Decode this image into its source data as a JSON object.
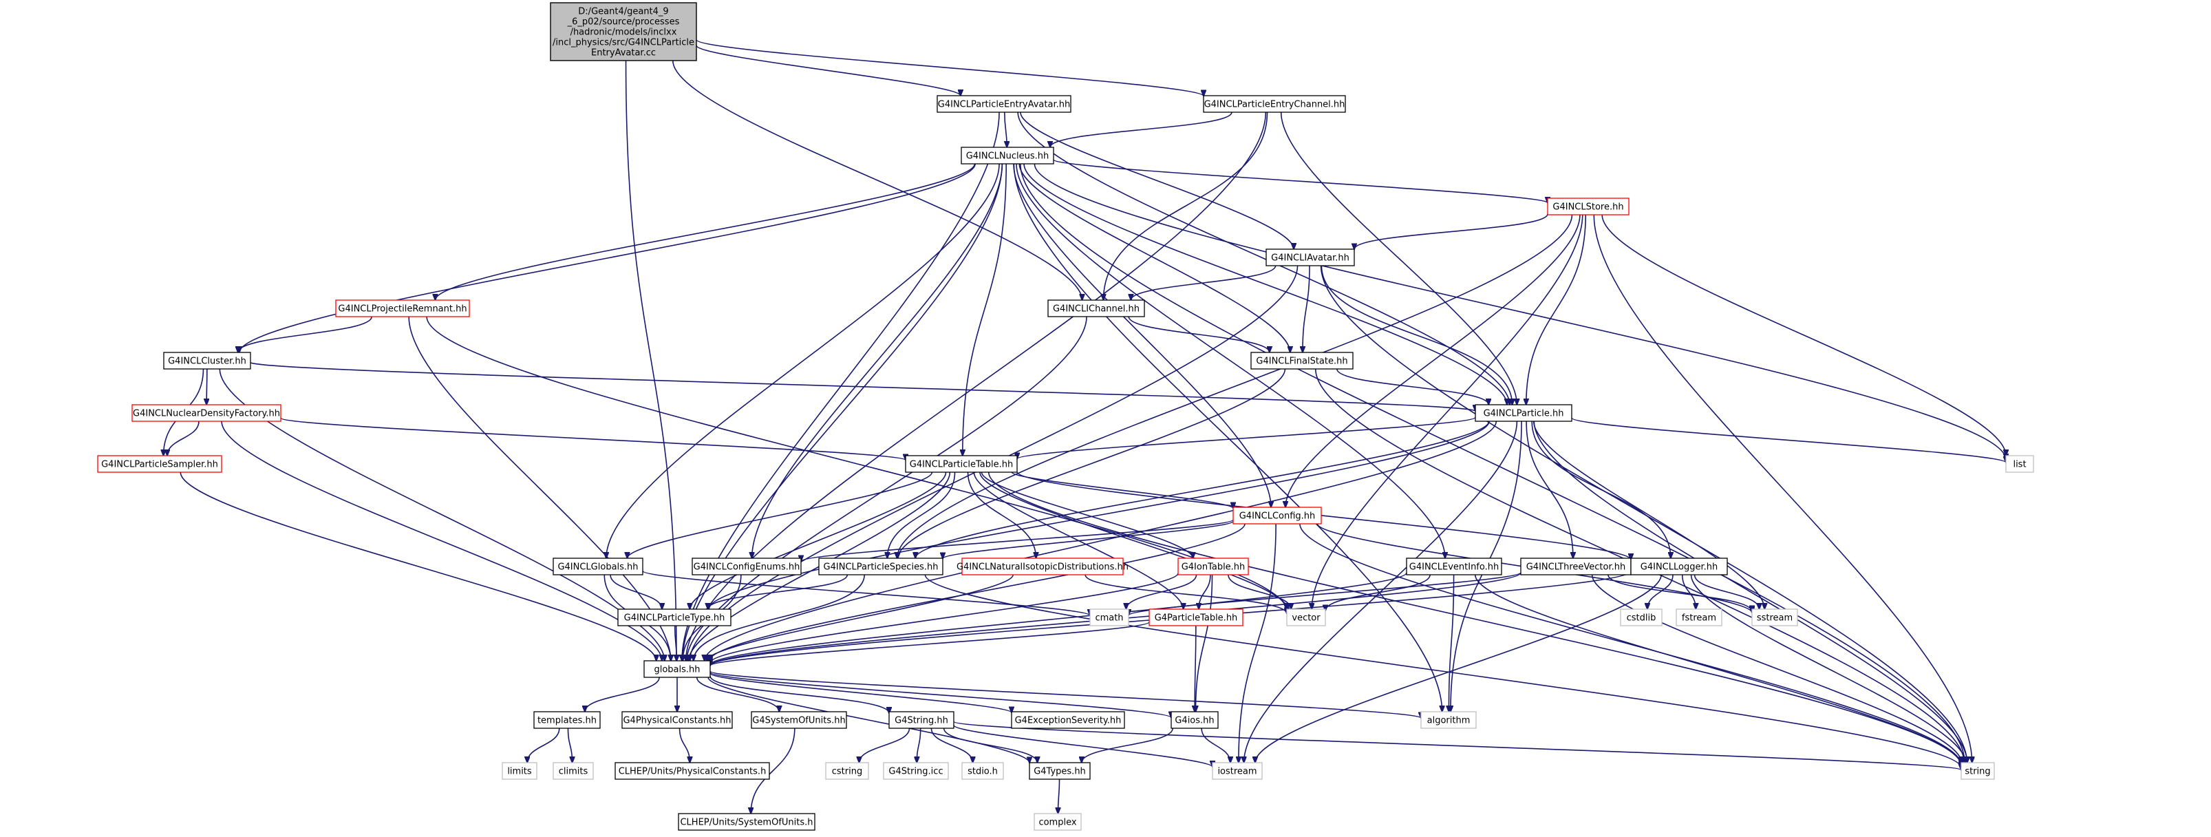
{
  "diagram": {
    "colors": {
      "edge": "#191970",
      "root_fill": "#bfbfbf",
      "node_border": "#000000",
      "incomplete_border": "#ff0000",
      "system_border": "#bfbfbf",
      "text": "#000000"
    },
    "nodes": {
      "root": {
        "label": [
          "D:/Geant4/geant4_9",
          "_6_p02/source/processes",
          "/hadronic/models/inclxx",
          "/incl_physics/src/G4INCLParticle",
          "EntryAvatar.cc"
        ],
        "kind": "root"
      },
      "entryavatar": {
        "label": [
          "G4INCLParticleEntryAvatar.hh"
        ],
        "kind": "normal"
      },
      "entrychannel": {
        "label": [
          "G4INCLParticleEntryChannel.hh"
        ],
        "kind": "normal"
      },
      "nucleus": {
        "label": [
          "G4INCLNucleus.hh"
        ],
        "kind": "normal"
      },
      "store": {
        "label": [
          "G4INCLStore.hh"
        ],
        "kind": "incomplete"
      },
      "iavatar": {
        "label": [
          "G4INCLIAvatar.hh"
        ],
        "kind": "normal"
      },
      "ichannel": {
        "label": [
          "G4INCLIChannel.hh"
        ],
        "kind": "normal"
      },
      "projremnant": {
        "label": [
          "G4INCLProjectileRemnant.hh"
        ],
        "kind": "incomplete"
      },
      "finalstate": {
        "label": [
          "G4INCLFinalState.hh"
        ],
        "kind": "normal"
      },
      "cluster": {
        "label": [
          "G4INCLCluster.hh"
        ],
        "kind": "normal"
      },
      "particle": {
        "label": [
          "G4INCLParticle.hh"
        ],
        "kind": "normal"
      },
      "nucdensity": {
        "label": [
          "G4INCLNuclearDensityFactory.hh"
        ],
        "kind": "incomplete"
      },
      "sampler": {
        "label": [
          "G4INCLParticleSampler.hh"
        ],
        "kind": "incomplete"
      },
      "ptable": {
        "label": [
          "G4INCLParticleTable.hh"
        ],
        "kind": "normal"
      },
      "list": {
        "label": [
          "list"
        ],
        "kind": "system"
      },
      "config": {
        "label": [
          "G4INCLConfig.hh"
        ],
        "kind": "incomplete"
      },
      "inclglobals": {
        "label": [
          "G4INCLGlobals.hh"
        ],
        "kind": "normal"
      },
      "configenums": {
        "label": [
          "G4INCLConfigEnums.hh"
        ],
        "kind": "normal"
      },
      "species": {
        "label": [
          "G4INCLParticleSpecies.hh"
        ],
        "kind": "normal"
      },
      "natiso": {
        "label": [
          "G4INCLNaturalIsotopicDistributions.hh"
        ],
        "kind": "incomplete"
      },
      "iontable": {
        "label": [
          "G4IonTable.hh"
        ],
        "kind": "incomplete"
      },
      "eventinfo": {
        "label": [
          "G4INCLEventInfo.hh"
        ],
        "kind": "normal"
      },
      "threevector": {
        "label": [
          "G4INCLThreeVector.hh"
        ],
        "kind": "normal"
      },
      "logger": {
        "label": [
          "G4INCLLogger.hh"
        ],
        "kind": "normal"
      },
      "ptype": {
        "label": [
          "G4INCLParticleType.hh"
        ],
        "kind": "normal"
      },
      "cmath": {
        "label": [
          "cmath"
        ],
        "kind": "system"
      },
      "g4ptable": {
        "label": [
          "G4ParticleTable.hh"
        ],
        "kind": "incomplete"
      },
      "vector": {
        "label": [
          "vector"
        ],
        "kind": "system"
      },
      "cstdlib": {
        "label": [
          "cstdlib"
        ],
        "kind": "system"
      },
      "fstream": {
        "label": [
          "fstream"
        ],
        "kind": "system"
      },
      "sstream": {
        "label": [
          "sstream"
        ],
        "kind": "system"
      },
      "globals": {
        "label": [
          "globals.hh"
        ],
        "kind": "normal"
      },
      "templates": {
        "label": [
          "templates.hh"
        ],
        "kind": "normal"
      },
      "physconst": {
        "label": [
          "G4PhysicalConstants.hh"
        ],
        "kind": "normal"
      },
      "sysunits": {
        "label": [
          "G4SystemOfUnits.hh"
        ],
        "kind": "normal"
      },
      "g4string": {
        "label": [
          "G4String.hh"
        ],
        "kind": "normal"
      },
      "exception": {
        "label": [
          "G4ExceptionSeverity.hh"
        ],
        "kind": "normal"
      },
      "g4ios": {
        "label": [
          "G4ios.hh"
        ],
        "kind": "normal"
      },
      "algorithm": {
        "label": [
          "algorithm"
        ],
        "kind": "system"
      },
      "limits": {
        "label": [
          "limits"
        ],
        "kind": "system"
      },
      "climits": {
        "label": [
          "climits"
        ],
        "kind": "system"
      },
      "clhep_const": {
        "label": [
          "CLHEP/Units/PhysicalConstants.h"
        ],
        "kind": "normal"
      },
      "clhep_units": {
        "label": [
          "CLHEP/Units/SystemOfUnits.h"
        ],
        "kind": "normal"
      },
      "cstring": {
        "label": [
          "cstring"
        ],
        "kind": "system"
      },
      "g4stringicc": {
        "label": [
          "G4String.icc"
        ],
        "kind": "system"
      },
      "stdio": {
        "label": [
          "stdio.h"
        ],
        "kind": "system"
      },
      "g4types": {
        "label": [
          "G4Types.hh"
        ],
        "kind": "normal"
      },
      "iostream": {
        "label": [
          "iostream"
        ],
        "kind": "system"
      },
      "string": {
        "label": [
          "string"
        ],
        "kind": "system"
      },
      "complex": {
        "label": [
          "complex"
        ],
        "kind": "system"
      }
    }
  }
}
